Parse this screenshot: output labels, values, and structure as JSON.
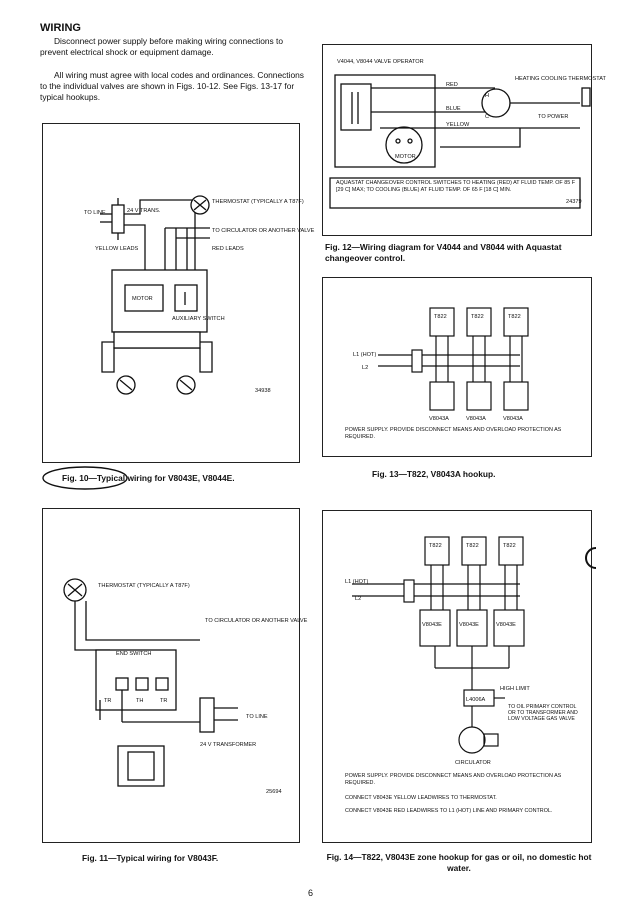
{
  "wiring": {
    "heading": "WIRING",
    "para1": "Disconnect power supply before making wiring connections to prevent electrical shock or equipment damage.",
    "para2": "All wiring must agree with local codes and ordinances. Connections to the individual valves are shown in Figs. 10-12. See Figs. 13-17 for typical hookups."
  },
  "fig10": {
    "caption": "Fig. 10—Typical wiring for V8043E, V8044E.",
    "labels": {
      "to_line": "TO LINE",
      "trans": "24 V TRANS.",
      "thermostat": "THERMOSTAT (TYPICALLY A T87F)",
      "circulator": "TO CIRCULATOR OR ANOTHER VALVE",
      "yellow_leads": "YELLOW LEADS",
      "red_leads": "RED LEADS",
      "motor": "MOTOR",
      "aux_switch": "AUXILIARY SWITCH",
      "code": "34938"
    }
  },
  "fig11": {
    "caption": "Fig. 11—Typical wiring for V8043F.",
    "labels": {
      "thermostat": "THERMOSTAT (TYPICALLY A T87F)",
      "circulator": "TO CIRCULATOR OR ANOTHER VALVE",
      "end_switch": "END SWITCH",
      "tr1": "TR",
      "th": "TH",
      "tr2": "TR",
      "to_line": "TO LINE",
      "transformer": "24 V TRANSFORMER",
      "code": "25694"
    }
  },
  "fig12": {
    "caption": "Fig. 12—Wiring diagram for V4044 and V8044 with Aquastat changeover control.",
    "labels": {
      "valve_op": "V4044, V8044 VALVE OPERATOR",
      "red": "RED",
      "blue": "BLUE",
      "yellow": "YELLOW",
      "motor": "MOTOR",
      "heating_cooling": "HEATING COOLING THERMOSTAT",
      "to_power": "TO POWER",
      "h": "H",
      "c": "C",
      "note": "AQUASTAT CHANGEOVER CONTROL SWITCHES TO HEATING (RED) AT FLUID TEMP. OF 85 F [29 C] MAX; TO COOLING (BLUE) AT FLUID TEMP. OF 65 F [18 C] MIN.",
      "code": "24379"
    }
  },
  "fig13": {
    "caption": "Fig. 13—T822, V8043A hookup.",
    "labels": {
      "thermostats": [
        "T822",
        "T822",
        "T822"
      ],
      "valves": [
        "V8043A",
        "V8043A",
        "V8043A"
      ],
      "l1": "L1 (HOT)",
      "l2": "L2",
      "note": "POWER SUPPLY. PROVIDE DISCONNECT MEANS AND OVERLOAD PROTECTION AS REQUIRED."
    }
  },
  "fig14": {
    "caption": "Fig. 14—T822, V8043E zone hookup for gas or oil, no domestic hot water.",
    "labels": {
      "thermostats": [
        "T822",
        "T822",
        "T822"
      ],
      "valves": [
        "V8043E",
        "V8043E",
        "V8043E"
      ],
      "l1": "L1 (HOT)",
      "l2": "L2",
      "limit": "L4006A",
      "high_limit": "HIGH LIMIT",
      "oil_primary": "TO OIL PRIMARY CONTROL OR TO TRANSFORMER AND LOW VOLTAGE GAS VALVE",
      "circulator": "CIRCULATOR",
      "note1": "POWER SUPPLY. PROVIDE DISCONNECT MEANS AND OVERLOAD PROTECTION AS REQUIRED.",
      "note2": "CONNECT V8043E YELLOW LEADWIRES TO THERMOSTAT.",
      "note3": "CONNECT V8043E RED LEADWIRES TO L1 (HOT) LINE AND PRIMARY CONTROL."
    }
  },
  "page_number": "6"
}
